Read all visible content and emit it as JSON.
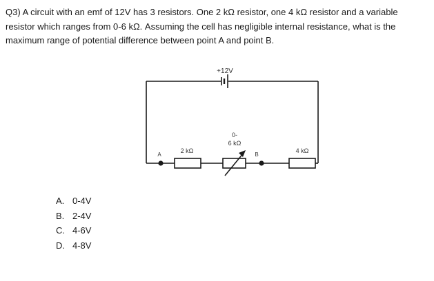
{
  "question": {
    "text": "Q3) A circuit with an emf of 12V has 3 resistors. One 2 kΩ resistor, one 4 kΩ resistor and a variable resistor which ranges from 0-6 kΩ. Assuming the cell has negligible internal resistance, what is the maximum range of potential difference between point A and point B."
  },
  "circuit": {
    "emf_label": "+12V",
    "resistor_1_label": "2 kΩ",
    "variable_label_line1": "0-",
    "variable_label_line2": "6 kΩ",
    "resistor_3_label": "4 kΩ",
    "point_a_label": "A",
    "point_b_label": "B"
  },
  "options": [
    {
      "letter": "A.",
      "text": "0-4V"
    },
    {
      "letter": "B.",
      "text": "2-4V"
    },
    {
      "letter": "C.",
      "text": "4-6V"
    },
    {
      "letter": "D.",
      "text": "4-8V"
    }
  ]
}
